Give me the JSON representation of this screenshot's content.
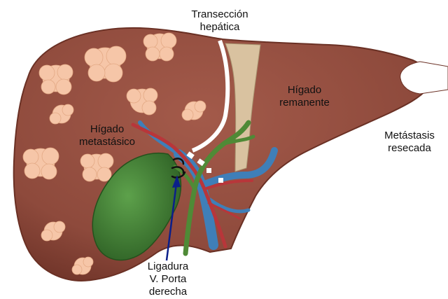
{
  "labels": {
    "transection": [
      "Transección",
      "hepática"
    ],
    "remnant": [
      "Hígado",
      "remanente"
    ],
    "metastatic": [
      "Hígado",
      "metastásico"
    ],
    "resected": [
      "Metástasis",
      "resecada"
    ],
    "ligation": [
      "Ligadura",
      "V. Porta",
      "derecha"
    ]
  },
  "colors": {
    "liver": "#8e4a3c",
    "liver_dark": "#6e3328",
    "metastasis": "#f6c6a8",
    "gallbladder": "#3d7a30",
    "portal_vein": "#3f7fb8",
    "hepatic_artery": "#b8363a",
    "bile_duct": "#4f8a36",
    "ligament": "#d9c2a0",
    "transection_line": "#ffffff",
    "arrow": "#0b1f8a"
  }
}
